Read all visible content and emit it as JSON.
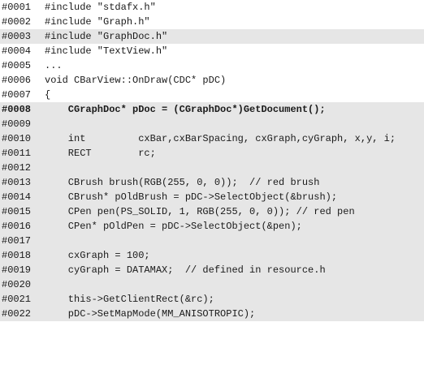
{
  "listing": {
    "lines": [
      {
        "num": "#0001",
        "code": "#include \"stdafx.h\"",
        "highlighted": false,
        "bold": false
      },
      {
        "num": "#0002",
        "code": "#include \"Graph.h\"",
        "highlighted": false,
        "bold": false
      },
      {
        "num": "#0003",
        "code": "#include \"GraphDoc.h\"",
        "highlighted": true,
        "bold": false
      },
      {
        "num": "#0004",
        "code": "#include \"TextView.h\"",
        "highlighted": false,
        "bold": false
      },
      {
        "num": "#0005",
        "code": "...",
        "highlighted": false,
        "bold": false
      },
      {
        "num": "#0006",
        "code": "void CBarView::OnDraw(CDC* pDC)",
        "highlighted": false,
        "bold": false
      },
      {
        "num": "#0007",
        "code": "{",
        "highlighted": false,
        "bold": false
      },
      {
        "num": "#0008",
        "code": "    CGraphDoc* pDoc = (CGraphDoc*)GetDocument();",
        "highlighted": true,
        "bold": true
      },
      {
        "num": "#0009",
        "code": "",
        "highlighted": true,
        "bold": false
      },
      {
        "num": "#0010",
        "code": "    int         cxBar,cxBarSpacing, cxGraph,cyGraph, x,y, i;",
        "highlighted": true,
        "bold": false
      },
      {
        "num": "#0011",
        "code": "    RECT        rc;",
        "highlighted": true,
        "bold": false
      },
      {
        "num": "#0012",
        "code": "",
        "highlighted": true,
        "bold": false
      },
      {
        "num": "#0013",
        "code": "    CBrush brush(RGB(255, 0, 0));  // red brush",
        "highlighted": true,
        "bold": false
      },
      {
        "num": "#0014",
        "code": "    CBrush* pOldBrush = pDC->SelectObject(&brush);",
        "highlighted": true,
        "bold": false
      },
      {
        "num": "#0015",
        "code": "    CPen pen(PS_SOLID, 1, RGB(255, 0, 0)); // red pen",
        "highlighted": true,
        "bold": false
      },
      {
        "num": "#0016",
        "code": "    CPen* pOldPen = pDC->SelectObject(&pen);",
        "highlighted": true,
        "bold": false
      },
      {
        "num": "#0017",
        "code": "",
        "highlighted": true,
        "bold": false
      },
      {
        "num": "#0018",
        "code": "    cxGraph = 100;",
        "highlighted": true,
        "bold": false
      },
      {
        "num": "#0019",
        "code": "    cyGraph = DATAMAX;  // defined in resource.h",
        "highlighted": true,
        "bold": false
      },
      {
        "num": "#0020",
        "code": "",
        "highlighted": true,
        "bold": false
      },
      {
        "num": "#0021",
        "code": "    this->GetClientRect(&rc);",
        "highlighted": true,
        "bold": false
      },
      {
        "num": "#0022",
        "code": "    pDC->SetMapMode(MM_ANISOTROPIC);",
        "highlighted": true,
        "bold": false
      }
    ],
    "colors": {
      "highlight_background": "#e6e6e6",
      "text": "#1a1a1a",
      "background": "#ffffff"
    }
  }
}
